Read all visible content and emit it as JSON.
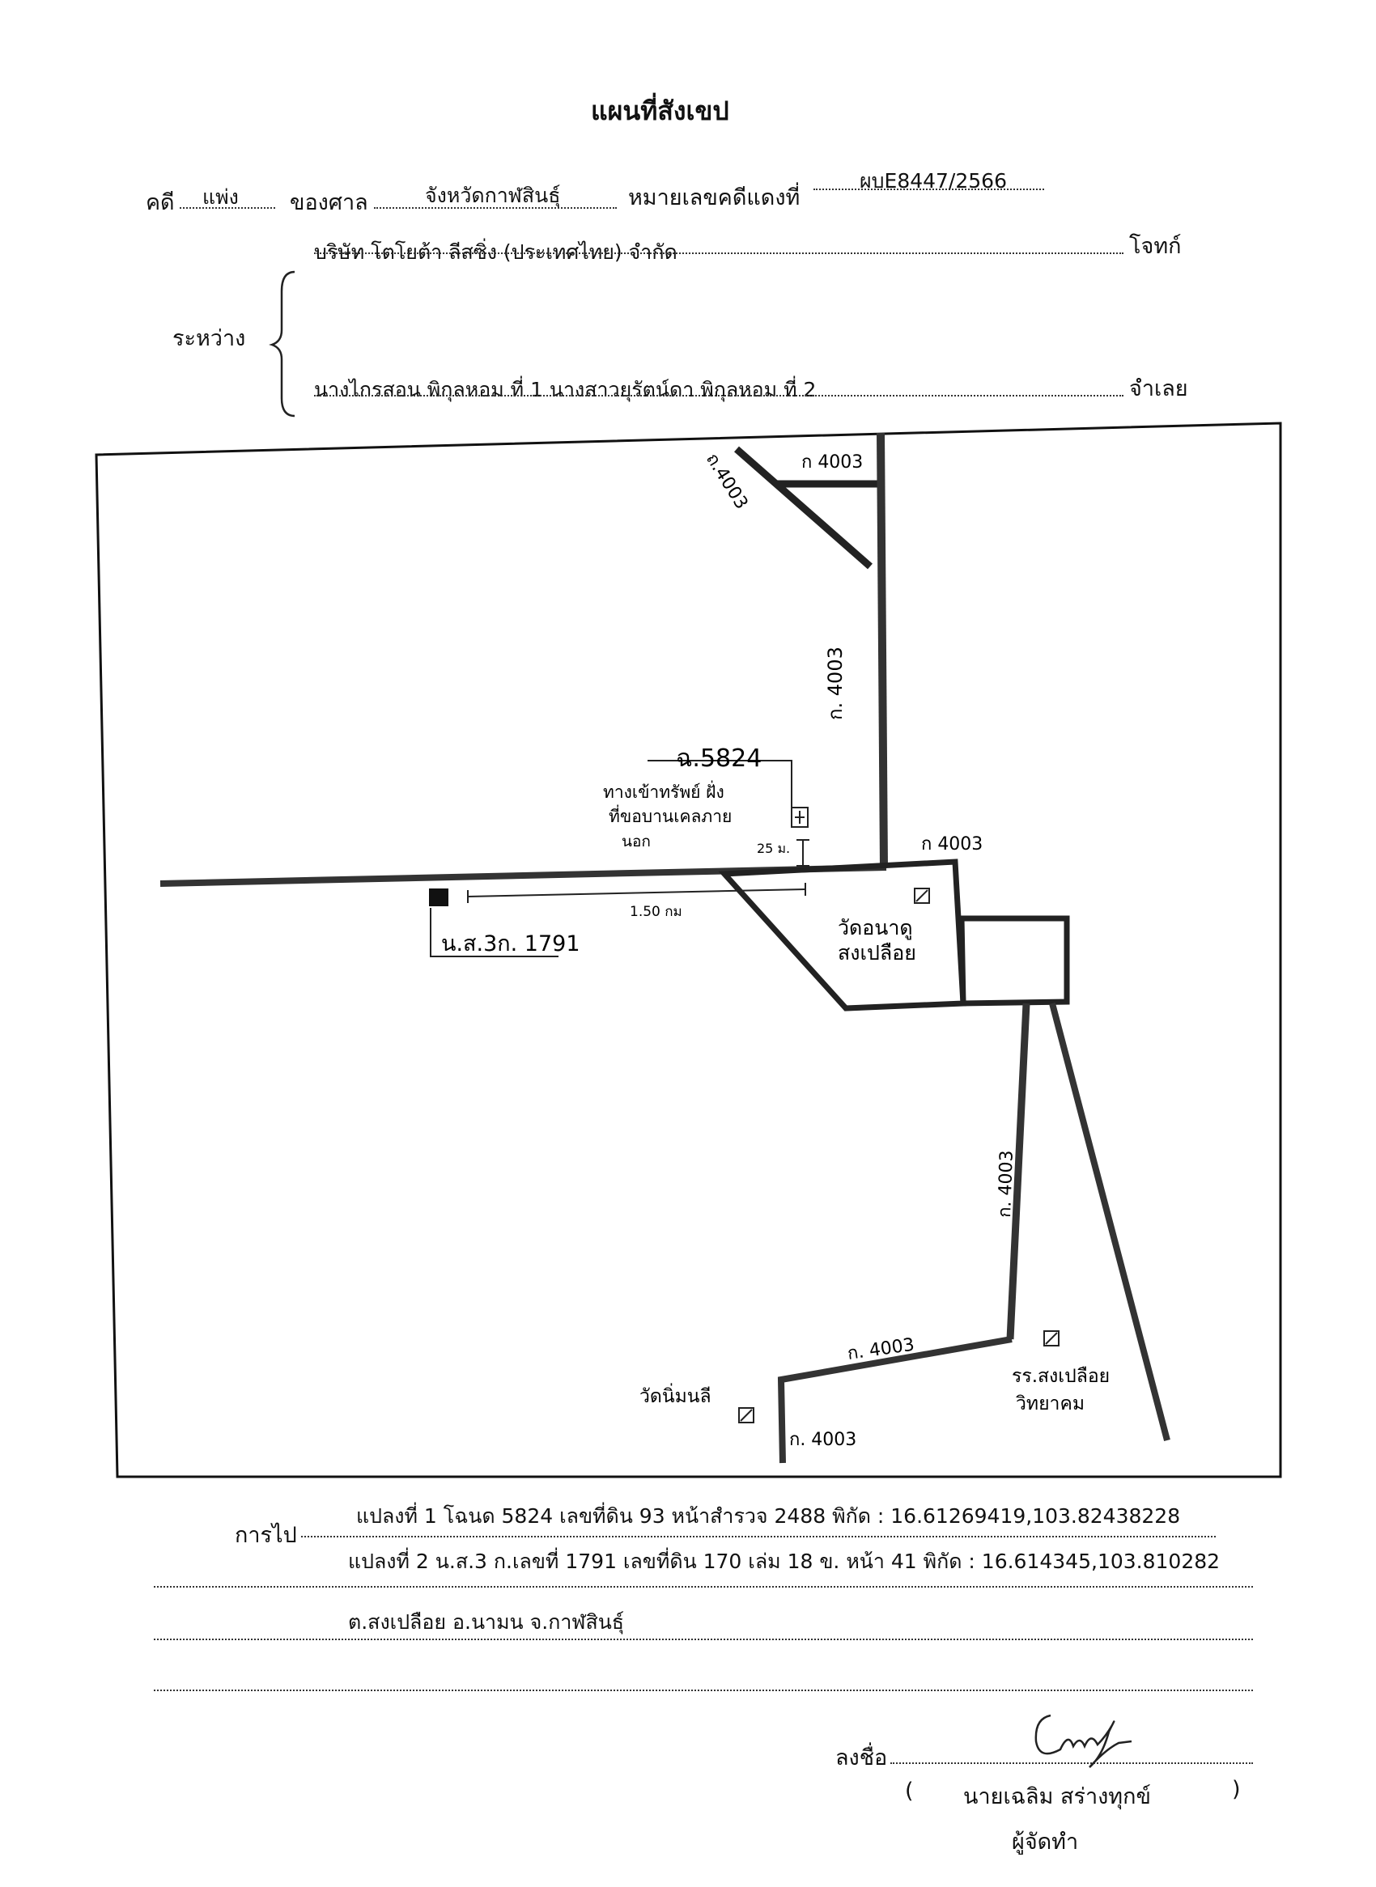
{
  "header": {
    "title": "แผนที่สังเขป",
    "case_label": "คดี",
    "case_type": "แพ่ง",
    "court_label": "ของศาล",
    "court_name": "จังหวัดกาฬสินธุ์",
    "case_no_label": "หมายเลขคดีแดงที่",
    "case_no": "ผบE8447/2566"
  },
  "parties": {
    "between_label": "ระหว่าง",
    "plaintiff": "บริษัท โตโยต้า ลีสซิ่ง (ประเทศไทย) จำกัด",
    "plaintiff_label": "โจทก์",
    "defendant": "นางไกรสอน พิกุลหอม ที่ 1 นางสาวยุรัตน์ดา พิกุลหอม ที่ 2",
    "defendant_label": "จำเลย"
  },
  "map": {
    "road_top_diag": "ถ.4003",
    "road_top_h": "ก 4003",
    "road_vertical": "ก. 4003",
    "road_junction": "ก 4003",
    "road_south": "ก. 4003",
    "road_bottom_diag": "ก. 4003",
    "road_bottom": "ก. 4003",
    "plot1_label": "ฉ.5824",
    "plot1_note_line1": "ทางเข้าทรัพย์ ฝั่ง",
    "plot1_note_line2": "ที่ขอบานเคลภาย",
    "plot1_note_line3": "นอก",
    "dist_25": "25 ม.",
    "dist_150": "1.50 กม",
    "plot2_label": "น.ส.3ก. 1791",
    "temple1_line1": "วัดอนาดู",
    "temple1_line2": "สงเปลือย",
    "temple2": "วัดนิ่มนลี",
    "school_line1": "รร.สงเปลือย",
    "school_line2": "วิทยาคม"
  },
  "directions": {
    "label": "การไป",
    "line1": "แปลงที่ 1  โฉนด 5824 เลขที่ดิน 93 หน้าสำรวจ 2488 พิกัด : 16.61269419,103.82438228",
    "line2": "แปลงที่ 2  น.ส.3 ก.เลขที่ 1791 เลขที่ดิน 170 เล่ม 18 ข. หน้า 41  พิกัด : 16.614345,103.810282",
    "line3": "ต.สงเปลือย อ.นามน จ.กาฬสินธุ์"
  },
  "signature": {
    "sign_label": "ลงชื่อ",
    "open_paren": "(",
    "name": "นายเฉลิม  สร่างทุกข์",
    "close_paren": ")",
    "role": "ผู้จัดทำ"
  }
}
